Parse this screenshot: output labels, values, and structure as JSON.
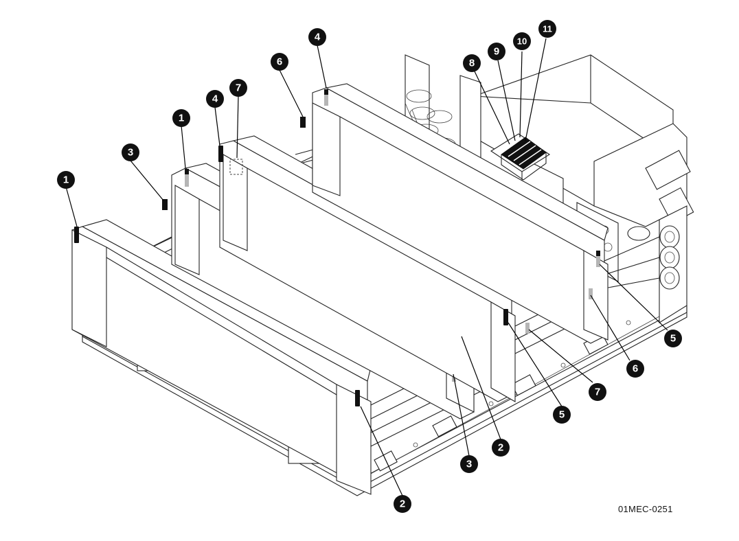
{
  "figure": {
    "id_label": "01MEC-0251"
  },
  "callouts": [
    {
      "n": "1"
    },
    {
      "n": "1"
    },
    {
      "n": "2"
    },
    {
      "n": "2"
    },
    {
      "n": "3"
    },
    {
      "n": "3"
    },
    {
      "n": "4"
    },
    {
      "n": "4"
    },
    {
      "n": "5"
    },
    {
      "n": "5"
    },
    {
      "n": "6"
    },
    {
      "n": "6"
    },
    {
      "n": "7"
    },
    {
      "n": "7"
    },
    {
      "n": "8"
    },
    {
      "n": "9"
    },
    {
      "n": "10"
    },
    {
      "n": "11"
    }
  ],
  "colors": {
    "line": "#222222",
    "callout_fill": "#111111",
    "callout_text": "#ffffff",
    "handle_dark": "#111111",
    "handle_light": "#b5b5b5"
  }
}
